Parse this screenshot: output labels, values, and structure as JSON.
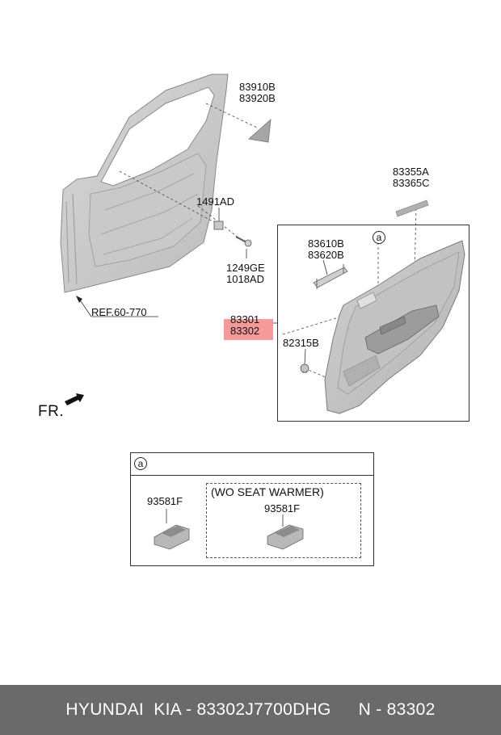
{
  "parts": {
    "triangle_trim": [
      "83910B",
      "83920B"
    ],
    "clip": "1491AD",
    "screw": [
      "1249GE",
      "1018AD"
    ],
    "strip": [
      "83355A",
      "83365C"
    ],
    "bracket": [
      "83610B",
      "83620B"
    ],
    "trim_panel": [
      "83301",
      "83302"
    ],
    "fastener": "82315B",
    "inset_switch_left": "93581F",
    "inset_switch_right": "93581F"
  },
  "ref_label": "REF.60-770",
  "direction_label": "FR.",
  "callout_letter": "a",
  "inset": {
    "header_letter": "a",
    "option_label": "(WO SEAT WARMER)"
  },
  "highlight_color": "#f59a9a",
  "footer": {
    "left": "HYUNDAI  KIA - 83302J7700DHG",
    "right": "N - 83302"
  }
}
